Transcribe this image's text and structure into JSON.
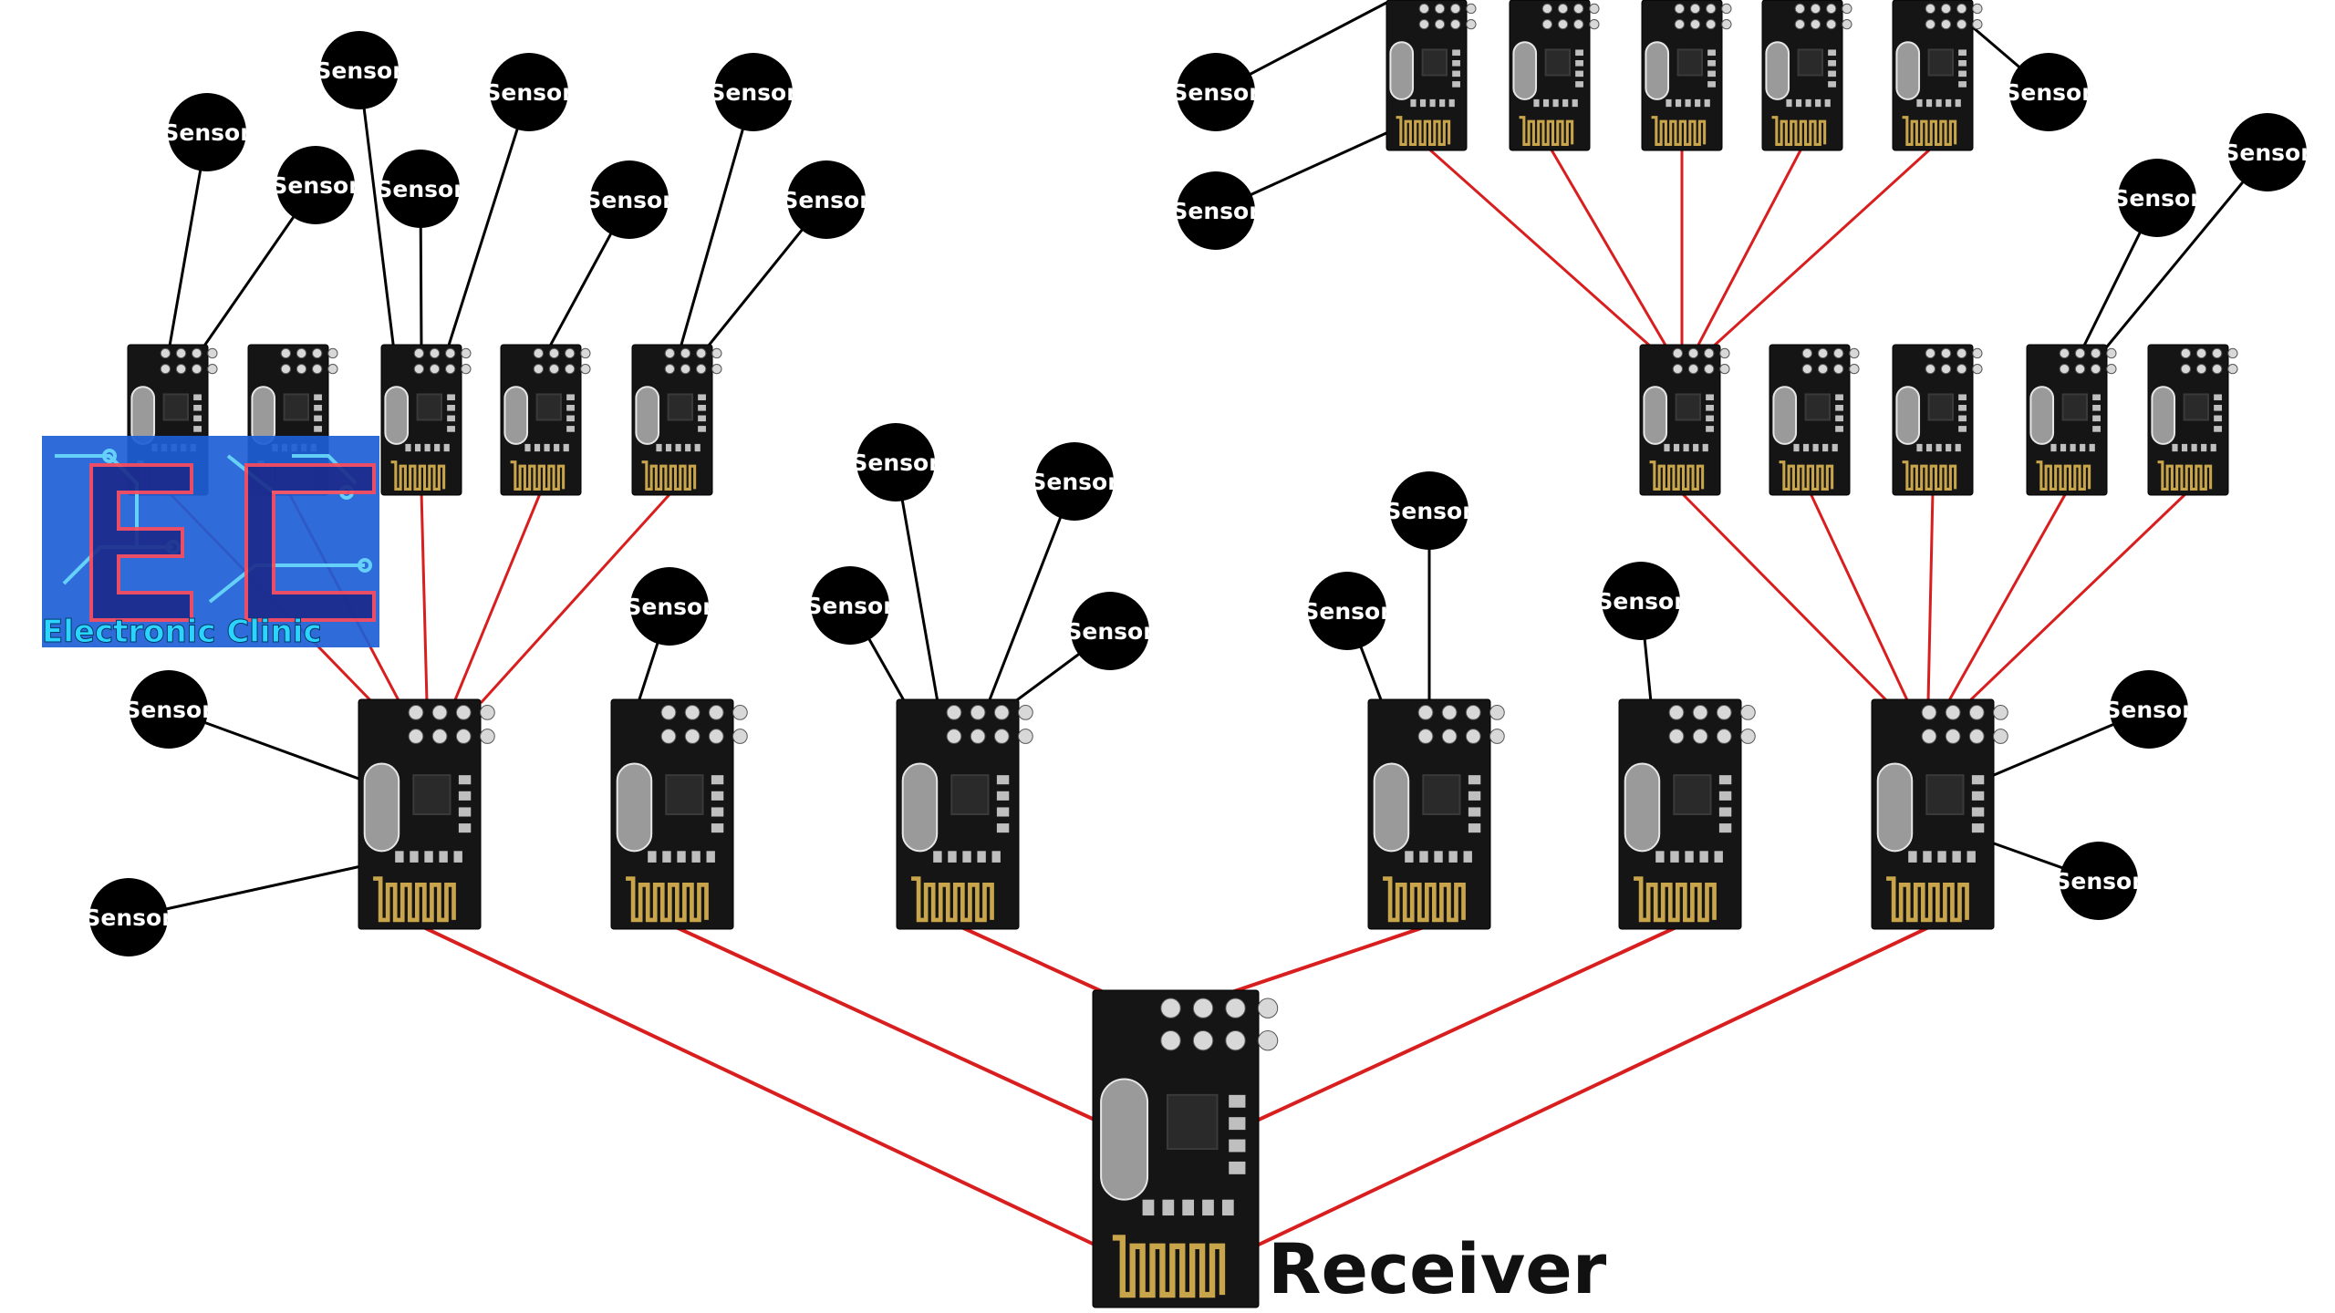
{
  "sensor_label": "Sensor",
  "receiver_label": "Receiver",
  "logo": {
    "initials": "EC",
    "name": "Electronic Clinic"
  },
  "colors": {
    "background": "#ffffff",
    "sensor_circle": "#000000",
    "sensor_text": "#ffffff",
    "sensor_link": "#000000",
    "radio_link": "#d81e1e",
    "pcb": "#151515",
    "pcb_highlight": "#3a3a3a",
    "antenna": "#c8a44a",
    "logo_blue": "#1e5fd6",
    "logo_cyan": "#2ad4ff",
    "logo_red": "#ff4a5a"
  },
  "icons": {
    "module": "nrf24l01-module-icon",
    "sensor": "sensor-node-icon"
  }
}
